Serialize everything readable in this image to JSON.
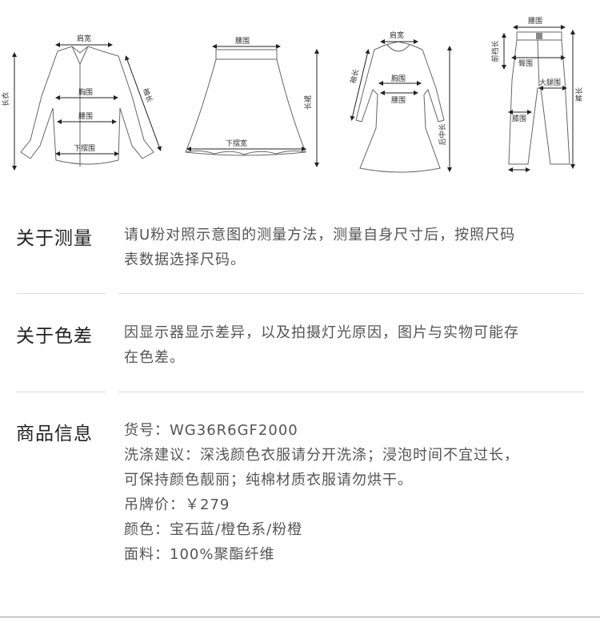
{
  "diagrams": {
    "shirt": {
      "shoulder": "肩宽",
      "body_length": "长衣",
      "chest": "胸围",
      "waist": "腰围",
      "hem": "下摆围",
      "sleeve": "袖长"
    },
    "skirt": {
      "waist": "腰围",
      "length": "长裙",
      "hem": "下摆宽"
    },
    "dress": {
      "shoulder": "肩宽",
      "sleeve": "袖长",
      "chest": "胸围",
      "waist": "腰围",
      "back_length": "后中长"
    },
    "pants": {
      "waist": "腰围",
      "front_rise": "前裆长",
      "hip": "臀围",
      "thigh": "大腿围",
      "pants_length": "裤长",
      "knee": "膝围"
    }
  },
  "sections": {
    "measure": {
      "title": "关于测量",
      "lines": [
        "请U粉对照示意图的测量方法，测量自身尺寸后，按照尺码",
        "表数据选择尺码。"
      ]
    },
    "color": {
      "title": "关于色差",
      "lines": [
        "因显示器显示差异，以及拍摄灯光原因，图片与实物可能存",
        "在色差。"
      ]
    },
    "product": {
      "title": "商品信息",
      "lines": [
        "货号：WG36R6GF2000",
        "洗涤建议：深浅颜色衣服请分开洗涤；浸泡时间不宜过长，",
        "可保持颜色靓丽；纯棉材质衣服请勿烘干。",
        "吊牌价：￥279",
        "颜色：宝石蓝/橙色系/粉橙",
        "面料：100%聚酯纤维"
      ]
    }
  }
}
